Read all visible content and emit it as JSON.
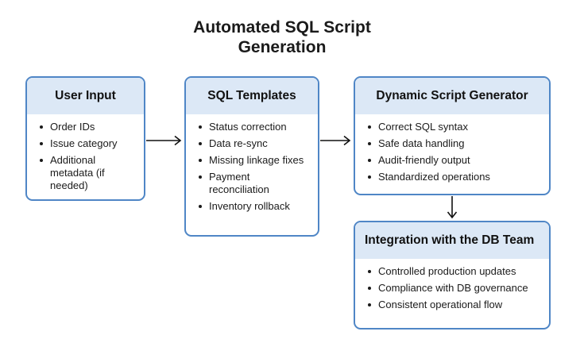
{
  "title": "Automated SQL Script Generation",
  "colors": {
    "border": "#4f86c6",
    "header_fill": "#dce8f6",
    "arrow": "#111111"
  },
  "boxes": {
    "user_input": {
      "title": "User Input",
      "items": [
        "Order IDs",
        "Issue category",
        "Additional metadata (if needed)"
      ]
    },
    "sql_templates": {
      "title": "SQL Templates",
      "items": [
        "Status correction",
        "Data re-sync",
        "Missing linkage fixes",
        "Payment reconciliation",
        "Inventory rollback"
      ]
    },
    "generator": {
      "title": "Dynamic Script Generator",
      "items": [
        "Correct SQL syntax",
        "Safe data handling",
        "Audit-friendly output",
        "Standardized operations"
      ]
    },
    "integration": {
      "title": "Integration with the DB Team",
      "items": [
        "Controlled production updates",
        "Compliance with DB governance",
        "Consistent operational flow"
      ]
    }
  }
}
